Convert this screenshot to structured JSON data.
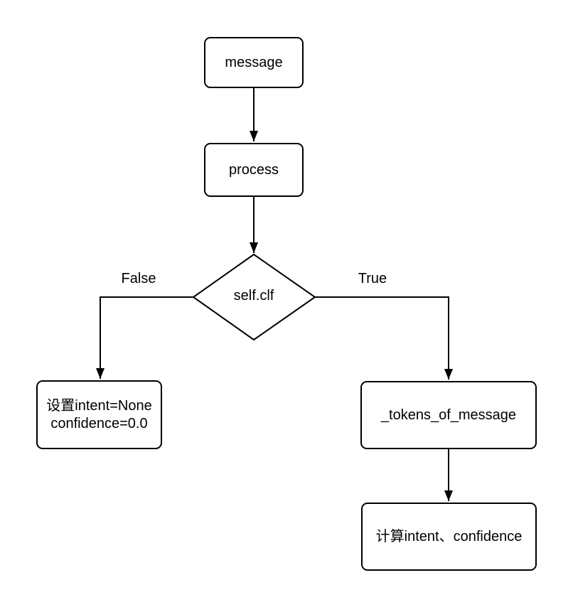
{
  "diagram": {
    "type": "flowchart",
    "colors": {
      "stroke": "#000000",
      "node_fill": "#ffffff",
      "background": "#ffffff",
      "text": "#000000"
    },
    "nodes": {
      "message": {
        "label": "message"
      },
      "process": {
        "label": "process"
      },
      "decision": {
        "label": "self.clf"
      },
      "set_none": {
        "label": "设置intent=None\nconfidence=0.0"
      },
      "tokens": {
        "label": "_tokens_of_message"
      },
      "compute": {
        "label": "计算intent、confidence"
      }
    },
    "edges": {
      "message_to_process": {
        "label": ""
      },
      "process_to_decision": {
        "label": ""
      },
      "false_branch": {
        "label": "False"
      },
      "true_branch": {
        "label": "True"
      },
      "tokens_to_compute": {
        "label": ""
      }
    }
  }
}
